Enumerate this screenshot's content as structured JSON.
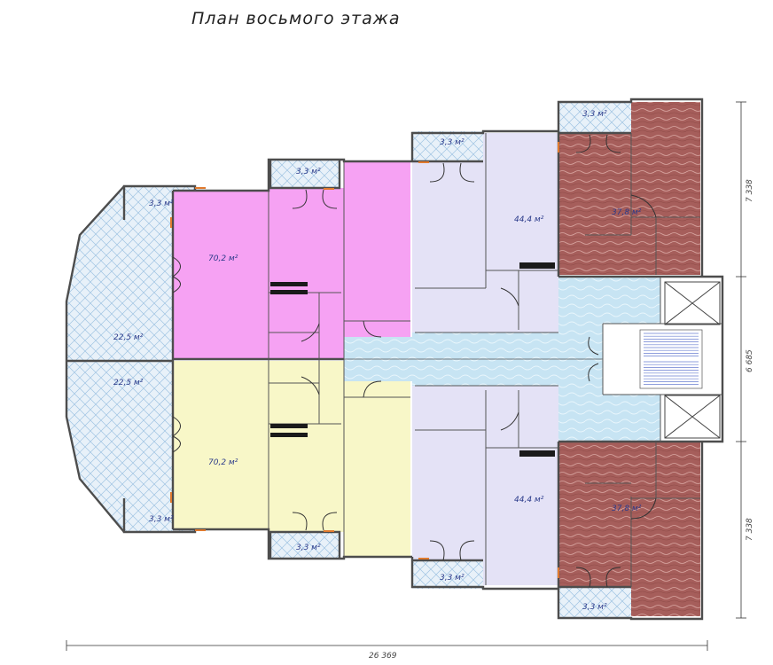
{
  "title": "План восьмого этажа",
  "rooms": {
    "balcony_left_top": "3,3 м²",
    "loggia_top": "22,5 м²",
    "apt_pink": "70,2 м²",
    "balcony_pink": "3,3 м²",
    "balcony_lav_top": "3,3 м²",
    "apt_lav_top": "44,4 м²",
    "balcony_brown_top": "3,3 м²",
    "apt_brown_top": "37,8 м²",
    "loggia_bottom": "22,5 м²",
    "apt_yellow": "70,2 м²",
    "balcony_left_bottom": "3,3 м²",
    "balcony_yellow": "3,3 м²",
    "apt_lav_bottom": "44,4 м²",
    "balcony_lav_bottom": "3,3 м²",
    "apt_brown_bottom": "37,8 м²",
    "balcony_brown_bottom": "3,3 м²"
  },
  "dimensions": {
    "width_total": "26 369",
    "right_top": "7 338",
    "right_middle": "6 685",
    "right_bottom": "7 338"
  },
  "colors": {
    "pink": "#f6a2f3",
    "yellow": "#f8f7c8",
    "lavender": "#e4e2f6",
    "brown": "#a65e5b",
    "corridor": "#c7e4f3",
    "balcony": "#dbe9f4",
    "wall": "#4d4d4d"
  }
}
